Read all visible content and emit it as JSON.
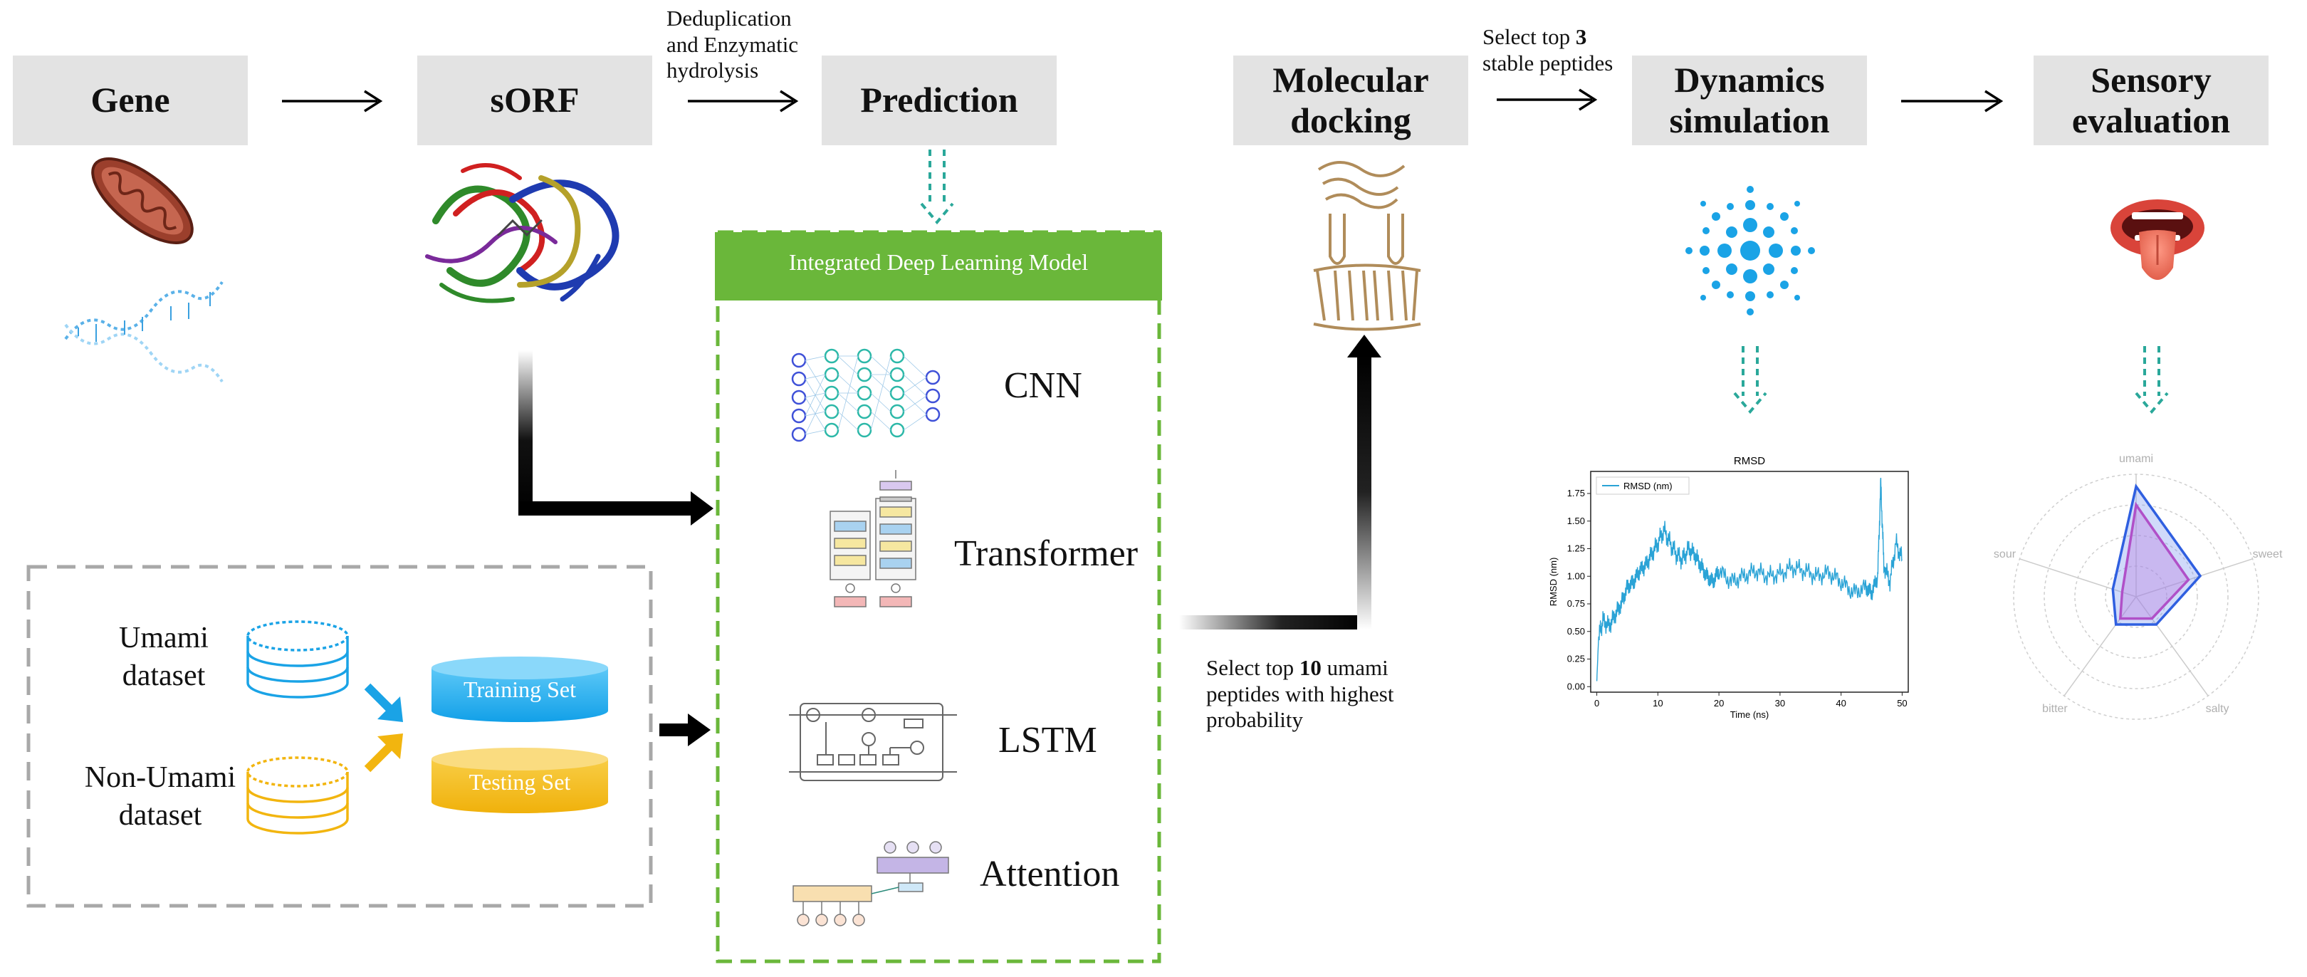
{
  "stages": {
    "gene": "Gene",
    "sorf": "sORF",
    "prediction": "Prediction",
    "docking": "Molecular\ndocking",
    "dynamics": "Dynamics\nsimulation",
    "sensory": "Sensory\nevaluation"
  },
  "notes": {
    "dedup": "Deduplication\nand Enzymatic\nhydrolysis",
    "select3_pre": "Select top ",
    "select3_num": "3",
    "select3_post": "stable peptides",
    "select10_pre": "Select top ",
    "select10_num": "10",
    "select10_mid": " umami",
    "select10_post": "peptides with highest\nprobability"
  },
  "model": {
    "title": "Integrated Deep Learning Model",
    "cnn": "CNN",
    "transformer": "Transformer",
    "lstm": "LSTM",
    "attention": "Attention"
  },
  "datasets": {
    "umami": "Umami\ndataset",
    "non_umami": "Non-Umami\ndataset",
    "training": "Training Set",
    "testing": "Testing Set"
  },
  "colors": {
    "stage_bg": "#e3e3e3",
    "model_green": "#6ab73a",
    "teal": "#2aa89a",
    "blue": "#1aa3e6",
    "gold": "#f2b50f",
    "rmsd_line": "#2aa3d6"
  },
  "chart_data": [
    {
      "type": "line",
      "title": "RMSD",
      "xlabel": "Time (ns)",
      "ylabel": "RMSD (nm)",
      "xlim": [
        -1,
        51
      ],
      "ylim": [
        -0.05,
        1.95
      ],
      "xticks": [
        "0",
        "10",
        "20",
        "30",
        "40",
        "50"
      ],
      "yticks": [
        "0.00",
        "0.25",
        "0.50",
        "0.75",
        "1.00",
        "1.25",
        "1.50",
        "1.75"
      ],
      "legend": "top-left",
      "series": [
        {
          "name": "RMSD (nm)",
          "x": [
            0,
            0.3,
            1,
            2,
            3,
            4,
            5,
            6,
            7,
            8,
            9,
            10,
            11,
            12,
            13,
            14,
            15,
            16,
            17,
            18,
            19,
            20,
            22,
            24,
            26,
            28,
            30,
            32,
            34,
            36,
            38,
            40,
            42,
            44,
            45,
            46,
            46.5,
            47,
            48,
            49,
            50
          ],
          "y": [
            0.05,
            0.45,
            0.6,
            0.55,
            0.65,
            0.75,
            0.9,
            0.95,
            1.05,
            1.1,
            1.2,
            1.3,
            1.42,
            1.3,
            1.2,
            1.15,
            1.25,
            1.2,
            1.1,
            1.0,
            0.95,
            1.05,
            0.95,
            1.0,
            1.05,
            1.0,
            1.02,
            1.08,
            1.05,
            1.0,
            1.03,
            0.95,
            0.85,
            0.9,
            0.85,
            1.0,
            1.85,
            1.1,
            0.95,
            1.3,
            1.15
          ]
        }
      ]
    },
    {
      "type": "radar",
      "axes": [
        "umami",
        "sweet",
        "salty",
        "bitter",
        "sour"
      ],
      "series": [
        {
          "values": [
            0.9,
            0.55,
            0.28,
            0.28,
            0.2
          ]
        },
        {
          "values": [
            0.75,
            0.45,
            0.22,
            0.22,
            0.12
          ]
        }
      ]
    }
  ]
}
